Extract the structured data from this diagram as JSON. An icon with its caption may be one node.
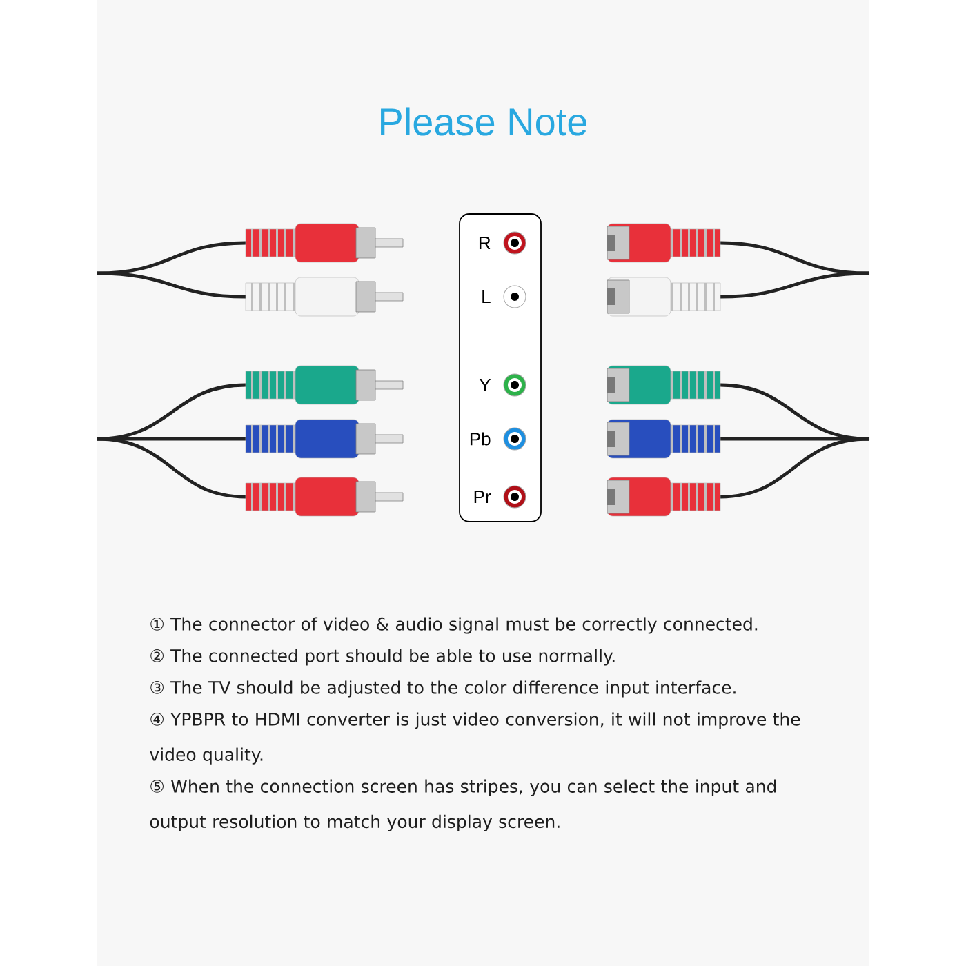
{
  "diagram": {
    "title": "Please Note",
    "nodes": [
      {
        "text": [
          "R",
          "L",
          "Y",
          "Pb",
          "Pr"
        ]
      }
    ],
    "labels": [
      "① The connector of video & audio signal must be correctly connected.",
      "② The connected port should be able to use normally.",
      "③ The TV should be adjusted to the color difference input interface.",
      "④ YPBPR to HDMI converter is just video conversion, it will not improve the video quality.",
      "⑤ When the connection screen has stripes, you can select the input and output resolution to match your display screen."
    ]
  }
}
